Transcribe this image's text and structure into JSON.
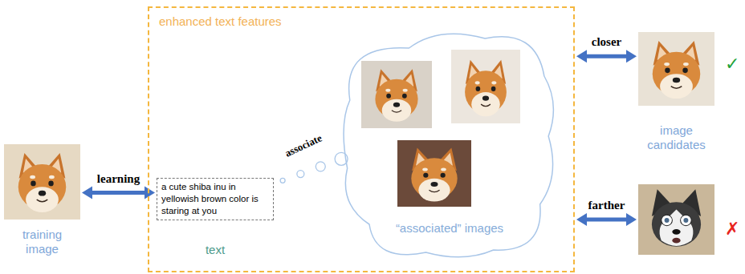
{
  "diagram": {
    "nodes": [
      {
        "text": [
          "training image"
        ]
      },
      {
        "text": [
          "enhanced text features"
        ]
      },
      {
        "text": [
          "a cute shiba inu in yellowish brown color is staring at you",
          "text"
        ],
        "in": 1
      },
      {
        "text": [
          "“associated” images"
        ],
        "in": 1
      },
      {
        "text": [
          "image candidates",
          "✓"
        ]
      },
      {
        "text": [
          "✗"
        ]
      }
    ],
    "edges": [
      {
        "from": 0,
        "to": 2,
        "arrow": "both",
        "label": "learning"
      },
      {
        "from": 2,
        "to": 3,
        "arrow": "none",
        "label": "associate"
      },
      {
        "from": 1,
        "to": 4,
        "arrow": "both",
        "label": "closer"
      },
      {
        "from": 1,
        "to": 5,
        "arrow": "both",
        "label": "farther"
      }
    ]
  }
}
